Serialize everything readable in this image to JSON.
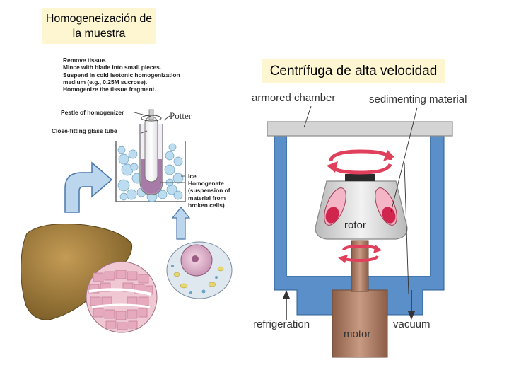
{
  "titles": {
    "homogenization": "Homogeneización de la muestra",
    "centrifuge": "Centrífuga de alta velocidad"
  },
  "homogenizer": {
    "steps": [
      "Remove tissue.",
      "Mince with blade into small pieces.",
      "Suspend in cold isotonic homogenization",
      "medium (e.g., 0.25M sucrose).",
      "Homogenize the tissue fragment."
    ],
    "pestle_label": "Pestle of homogenizer",
    "tube_label": "Close-fitting glass tube",
    "potter_label": "Potter",
    "ice_label": "Ice",
    "homogenate_lines": [
      "Homogenate",
      "(suspension of",
      "material from",
      "broken cells)"
    ]
  },
  "centrifuge": {
    "armored_chamber": "armored chamber",
    "sedimenting_material": "sedimenting material",
    "rotor": "rotor",
    "refrigeration": "refrigeration",
    "vacuum": "vacuum",
    "motor": "motor"
  },
  "colors": {
    "title_bg": "#fdf6d0",
    "chamber_blue": "#5b8fc9",
    "arrow_blue": "#8fb7df",
    "motor_brown": "#b07e66",
    "rotor_gray": "#d8d8d8",
    "sample_pink": "#d0264e",
    "homogenate_purple": "#a77aa8",
    "liver_brown": "#9b7a3c"
  }
}
